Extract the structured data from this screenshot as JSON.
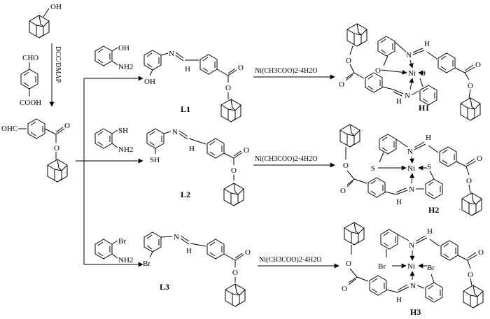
{
  "starting_material": {
    "adamantanol_oh": "OH",
    "benzaldehyde_cho": "CHO",
    "benzaldehyde_cooh": "COOH",
    "coupling_reagent": "DCC/DMAP",
    "ester_cho": "OHC",
    "ester_o_carbonyl": "O",
    "ester_o_link": "O"
  },
  "amines": [
    {
      "sub": "OH",
      "nh2": "NH2"
    },
    {
      "sub": "SH",
      "nh2": "NH2"
    },
    {
      "sub": "Br",
      "nh2": "NH2"
    }
  ],
  "ligands": [
    {
      "id": "L1",
      "sub": "OH",
      "imine_n": "N",
      "imine_h": "H"
    },
    {
      "id": "L2",
      "sub": "SH",
      "imine_n": "N",
      "imine_h": "H"
    },
    {
      "id": "L3",
      "sub": "Br",
      "imine_n": "N",
      "imine_h": "H"
    }
  ],
  "reagent": "Ni(CH3COO)2·4H2O",
  "complexes": [
    {
      "id": "H1",
      "metal": "Ni",
      "donor_a": "O",
      "donor_b": "O"
    },
    {
      "id": "H2",
      "metal": "Ni",
      "donor_a": "S",
      "donor_b": "S"
    },
    {
      "id": "H3",
      "metal": "Ni",
      "donor_a": "Br",
      "donor_b": "Br"
    }
  ],
  "atoms": {
    "N": "N",
    "H": "H",
    "O": "O"
  }
}
